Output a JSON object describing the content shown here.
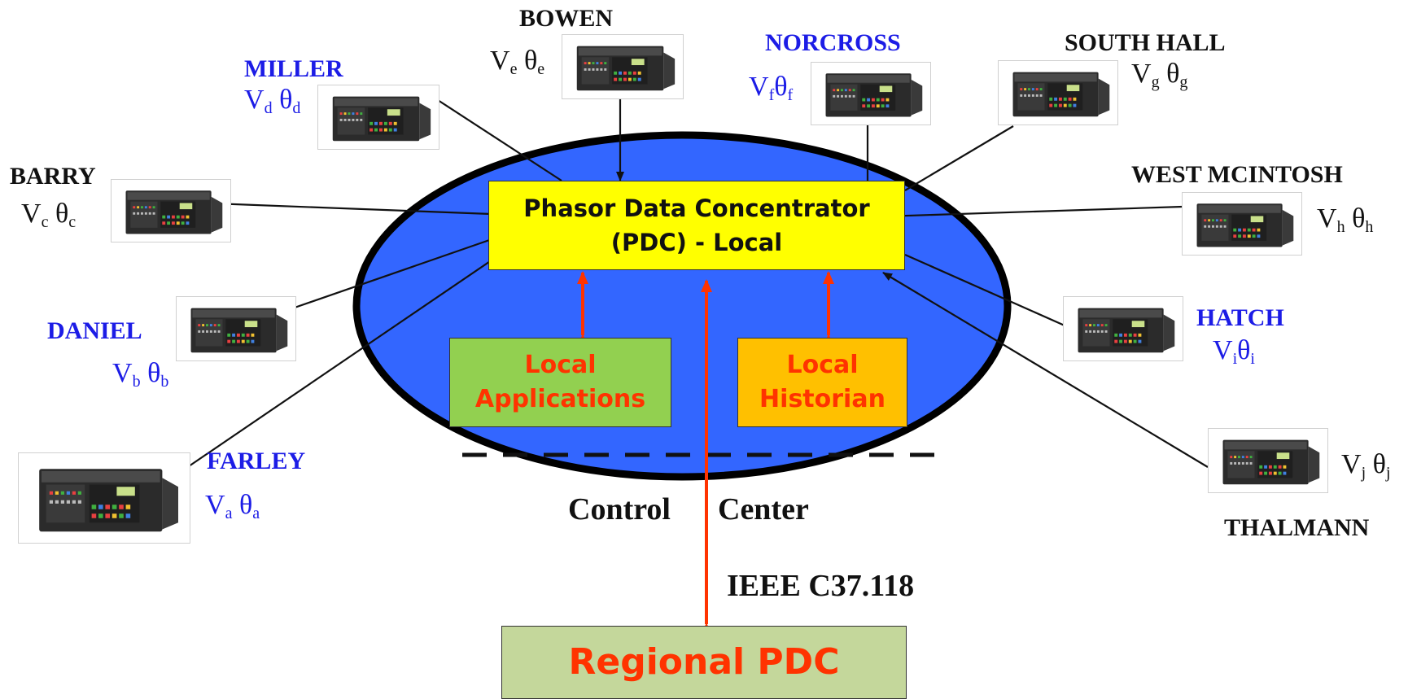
{
  "pdc": {
    "line1": "Phasor Data Concentrator",
    "line2": "(PDC) - Local"
  },
  "local_apps": {
    "line1": "Local",
    "line2": "Applications"
  },
  "local_historian": {
    "line1": "Local",
    "line2": "Historian"
  },
  "regional_pdc": {
    "label": "Regional PDC"
  },
  "control_center": {
    "word1": "Control",
    "word2": "Center"
  },
  "protocol": {
    "label": "IEEE C37.118"
  },
  "substations": {
    "bowen": {
      "name": "BOWEN",
      "v": "V",
      "v_sub": "e",
      "theta": "θ",
      "theta_sub": "e"
    },
    "miller": {
      "name": "MILLER",
      "v": "V",
      "v_sub": "d",
      "theta": "θ",
      "theta_sub": "d"
    },
    "norcross": {
      "name": "NORCROSS",
      "v": "V",
      "v_sub": "f",
      "theta": "θ",
      "theta_sub": "f"
    },
    "southhall": {
      "name": "SOUTH HALL",
      "v": "V",
      "v_sub": "g",
      "theta": "θ",
      "theta_sub": "g"
    },
    "barry": {
      "name": "BARRY",
      "v": "V",
      "v_sub": "c",
      "theta": "θ",
      "theta_sub": "c"
    },
    "westmcintosh": {
      "name": "WEST MCINTOSH",
      "v": "V",
      "v_sub": "h",
      "theta": "θ",
      "theta_sub": "h"
    },
    "daniel": {
      "name": "DANIEL",
      "v": "V",
      "v_sub": "b",
      "theta": "θ",
      "theta_sub": "b"
    },
    "hatch": {
      "name": "HATCH",
      "v": "V",
      "v_sub": "i",
      "theta": "θ",
      "theta_sub": "i"
    },
    "farley": {
      "name": "FARLEY",
      "v": "V",
      "v_sub": "a",
      "theta": "θ",
      "theta_sub": "a"
    },
    "thalmann": {
      "name": "THALMANN",
      "v": "V",
      "v_sub": "j",
      "theta": "θ",
      "theta_sub": "j"
    }
  },
  "colors": {
    "ellipse_fill": "#3366ff",
    "pdc_fill": "#ffff00",
    "apps_fill": "#92d050",
    "historian_fill": "#ffc000",
    "regional_fill": "#c4d79b",
    "arrow_red": "#ff3300",
    "label_blue": "#1c1ce6"
  }
}
